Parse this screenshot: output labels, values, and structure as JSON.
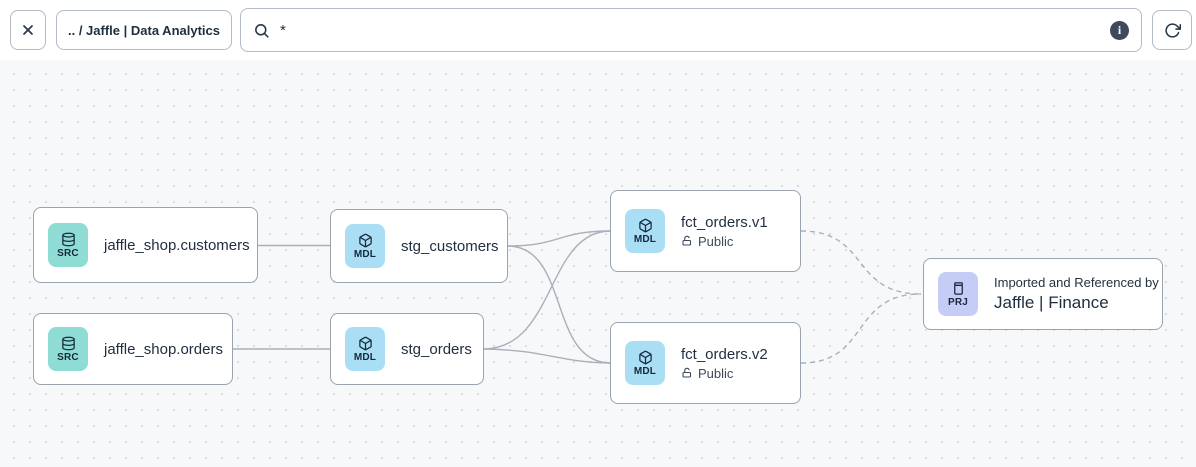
{
  "toolbar": {
    "breadcrumb": ".. / Jaffle | Data Analytics",
    "search_value": "*",
    "info_glyph": "i"
  },
  "nodes": {
    "source_customers": {
      "badge": "SRC",
      "label": "jaffle_shop.customers"
    },
    "source_orders": {
      "badge": "SRC",
      "label": "jaffle_shop.orders"
    },
    "stg_customers": {
      "badge": "MDL",
      "label": "stg_customers"
    },
    "stg_orders": {
      "badge": "MDL",
      "label": "stg_orders"
    },
    "fct_orders_v1": {
      "badge": "MDL",
      "label": "fct_orders.v1",
      "access": "Public"
    },
    "fct_orders_v2": {
      "badge": "MDL",
      "label": "fct_orders.v2",
      "access": "Public"
    },
    "project_finance": {
      "badge": "PRJ",
      "context": "Imported and Referenced by",
      "label": "Jaffle | Finance"
    }
  },
  "colors": {
    "src-badge": "#8EDCD4",
    "mdl-badge": "#A9DEF5",
    "prj-badge": "#C5CDF7",
    "canvas-bg": "#F7F8FA",
    "node-border": "#9AA4AF",
    "edge": "#A8B0BA",
    "text-dark": "#1E2B3C"
  }
}
